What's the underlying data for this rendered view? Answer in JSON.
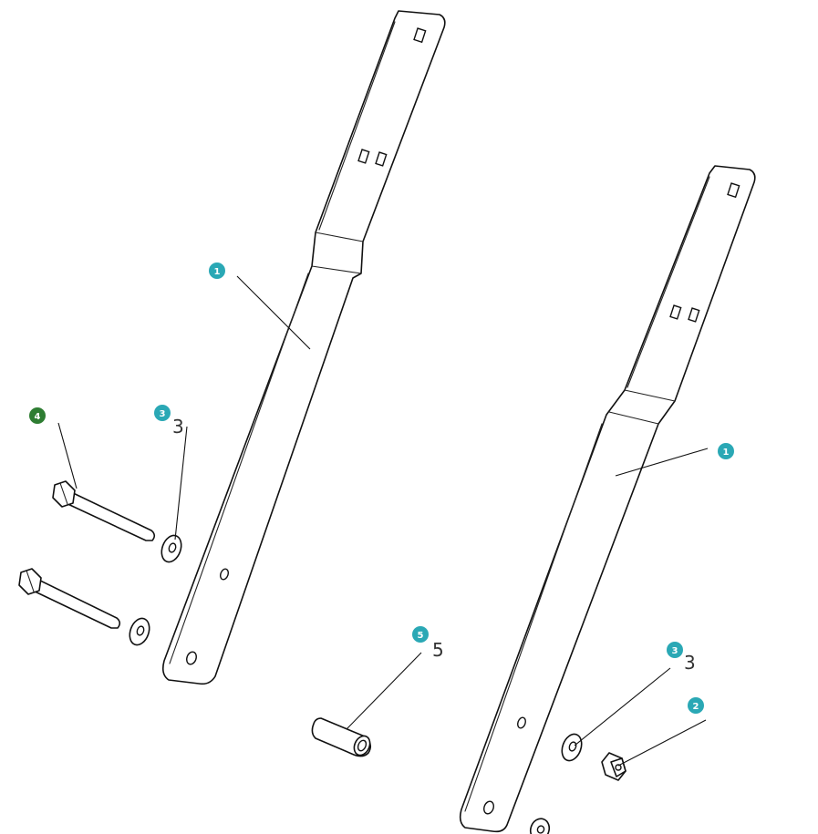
{
  "colors": {
    "callout_teal": "#2aa8b5",
    "callout_green": "#2e7d32",
    "line": "#111111",
    "background": "#ffffff"
  },
  "callouts": [
    {
      "label": "1",
      "color": "teal"
    },
    {
      "label": "1",
      "color": "teal"
    },
    {
      "label": "2",
      "color": "teal"
    },
    {
      "label": "3",
      "color": "teal"
    },
    {
      "label": "3",
      "color": "teal"
    },
    {
      "label": "4",
      "color": "green"
    },
    {
      "label": "5",
      "color": "teal"
    }
  ],
  "stray_marks": [
    "3",
    "3",
    "5"
  ]
}
